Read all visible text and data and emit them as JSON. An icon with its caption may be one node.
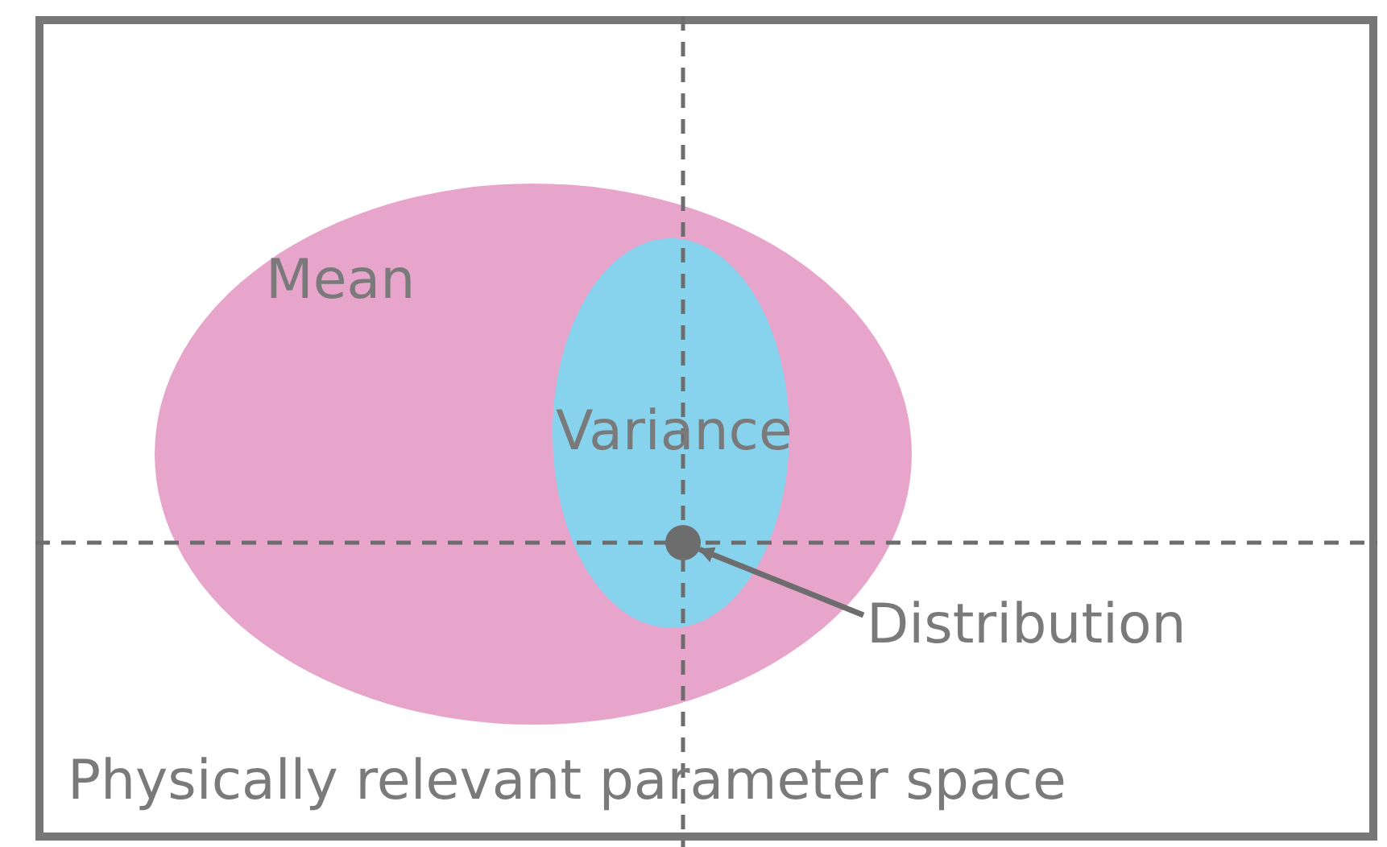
{
  "diagram": {
    "nodes": [
      {
        "text": [
          "Physically relevant parameter space"
        ]
      },
      {
        "text": [
          "Mean"
        ],
        "in": 0
      },
      {
        "text": [
          "Variance"
        ],
        "in": 1
      },
      {
        "text": [],
        "shape": "circle",
        "in": 2
      },
      {
        "text": [
          "Distribution"
        ],
        "in": 0
      }
    ],
    "edges": [
      {
        "from": 4,
        "to": 3,
        "arrow": "to"
      }
    ]
  }
}
